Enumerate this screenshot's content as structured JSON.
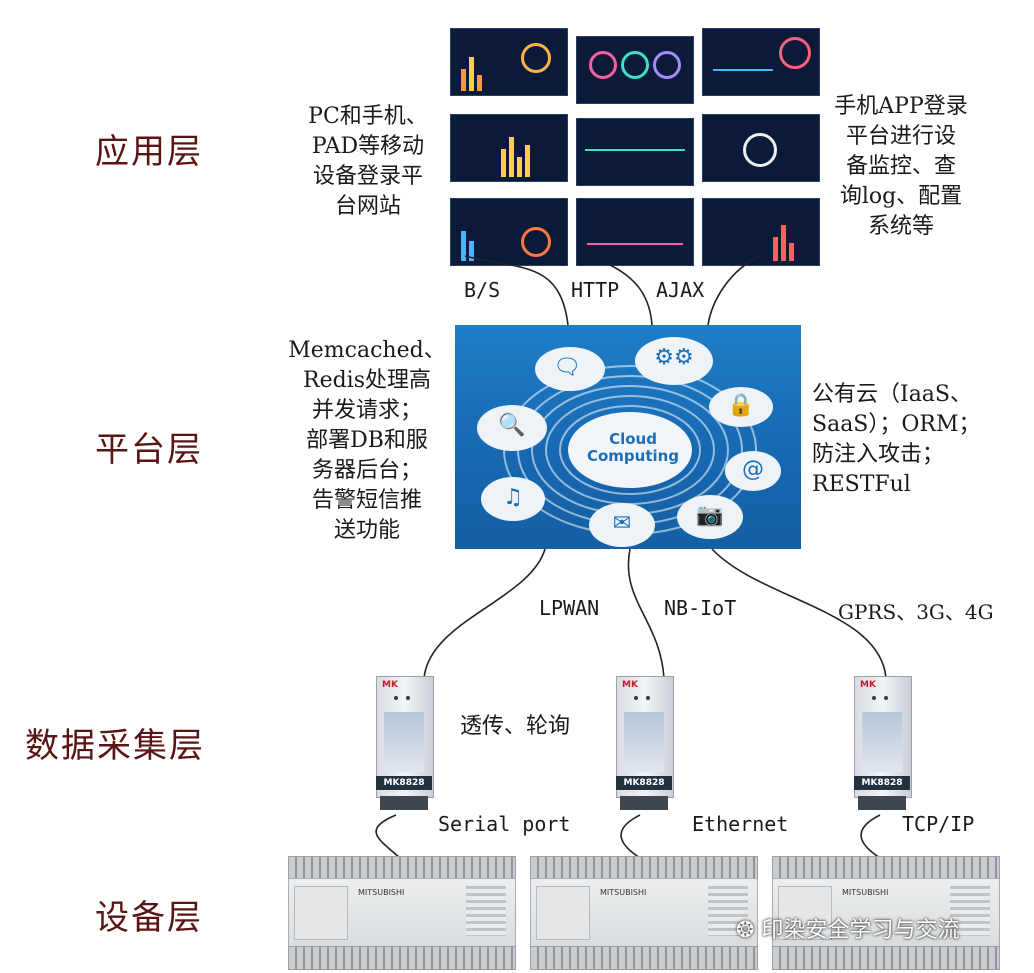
{
  "layers": {
    "application": "应用层",
    "platform": "平台层",
    "acquisition": "数据采集层",
    "device": "设备层"
  },
  "notes": {
    "app_left": "PC和手机、\nPAD等移动\n设备登录平\n台网站",
    "app_right": "手机APP登录\n平台进行设\n备监控、查\n询log、配置\n系统等",
    "platform_left": "Memcached、\nRedis处理高\n并发请求；\n部署DB和服\n务器后台；\n告警短信推\n送功能",
    "platform_right": "公有云（IaaS、\nSaaS）；ORM；\n防注入攻击；\nRESTFul",
    "acquisition": "透传、轮询"
  },
  "protocols": {
    "bs": "B/S",
    "http": "HTTP",
    "ajax": "AJAX",
    "lpwan": "LPWAN",
    "nbiot": "NB-IoT",
    "cellular": "GPRS、3G、4G",
    "serial": "Serial port",
    "ethernet": "Ethernet",
    "tcpip": "TCP/IP"
  },
  "cloud": {
    "title_line1": "Cloud",
    "title_line2": "Computing",
    "icons": [
      "chat-icon",
      "gears-icon",
      "lock-icon",
      "at-sign-icon",
      "camera-icon",
      "mail-icon",
      "music-icon",
      "search-icon"
    ]
  },
  "gateway": {
    "brand": "MK",
    "model": "MK8828"
  },
  "plc": {
    "brand": "MITSUBISHI"
  },
  "watermark": "印染安全学习与交流",
  "colors": {
    "layer_label": "#5a1414",
    "cloud_bg": "#1769b2"
  }
}
